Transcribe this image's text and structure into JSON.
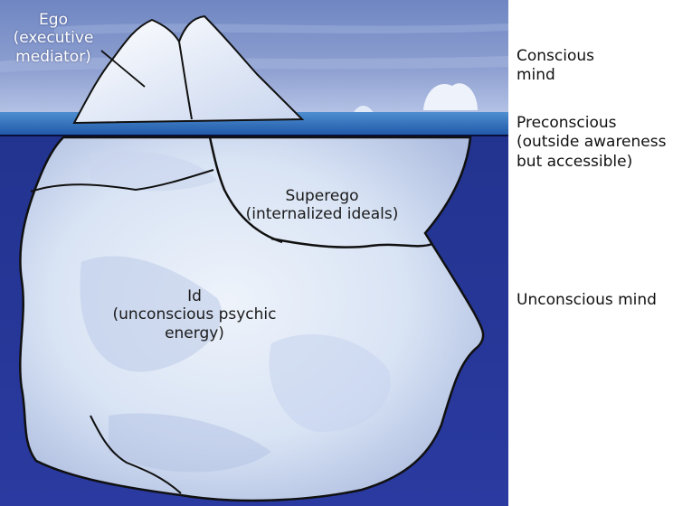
{
  "labels": {
    "ego": [
      "Ego",
      "(executive",
      "mediator)"
    ],
    "superego": [
      "Superego",
      "(internalized ideals)"
    ],
    "id": [
      "Id",
      "(unconscious psychic",
      "energy)"
    ]
  },
  "side_labels": {
    "conscious": [
      "Conscious",
      "mind"
    ],
    "preconscious": [
      "Preconscious",
      "(outside awareness",
      "but accessible)"
    ],
    "unconscious": [
      "Unconscious mind"
    ]
  },
  "colors": {
    "sky": "#7f93c9",
    "sky_light": "#b9c6e6",
    "water_surface": "#2f5fae",
    "deep_water": "#1c2a86",
    "ice": "#e6eef8",
    "ice_shadow": "#b8c6e4",
    "crack": "#101010"
  }
}
